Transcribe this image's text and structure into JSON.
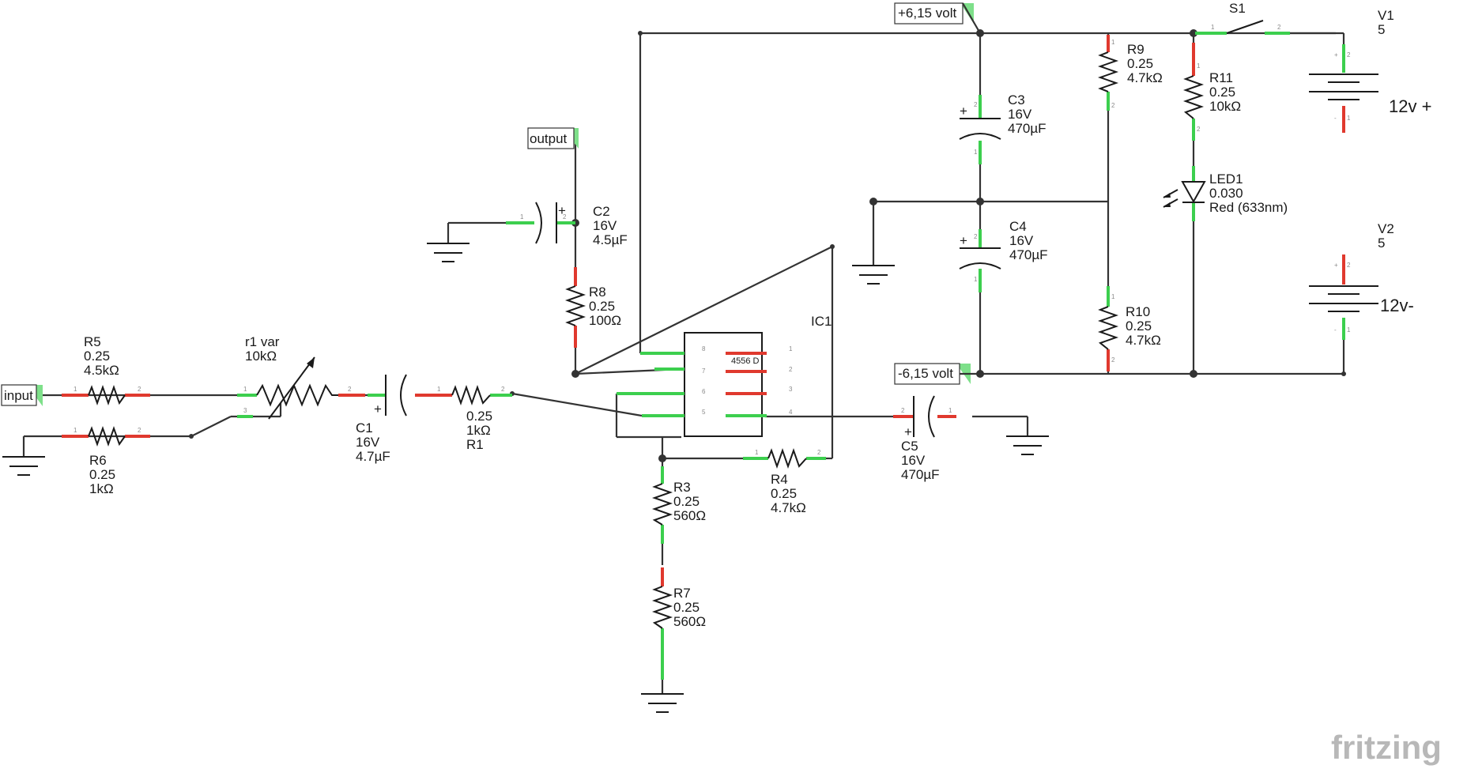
{
  "net_labels": {
    "plus": "+6,15 volt",
    "minus": "-6,15 volt",
    "input": "input",
    "output": "output"
  },
  "switch": {
    "ref": "S1"
  },
  "sources": {
    "v1": {
      "ref": "V1",
      "value": "5",
      "note": "12v +"
    },
    "v2": {
      "ref": "V2",
      "value": "5",
      "note": "12v-"
    }
  },
  "components": {
    "r5": [
      "R5",
      "0.25",
      "4.5kΩ"
    ],
    "r6": [
      "R6",
      "0.25",
      "1kΩ"
    ],
    "rvar": [
      "r1 var",
      "10kΩ"
    ],
    "c1": [
      "C1",
      "16V",
      "4.7µF"
    ],
    "r1": [
      "0.25",
      "1kΩ",
      "R1"
    ],
    "c2": [
      "C2",
      "16V",
      "4.5µF"
    ],
    "r8": [
      "R8",
      "0.25",
      "100Ω"
    ],
    "ic1": {
      "ref": "IC1",
      "part": "4556 D"
    },
    "r3": [
      "R3",
      "0.25",
      "560Ω"
    ],
    "r7": [
      "R7",
      "0.25",
      "560Ω"
    ],
    "r4": [
      "R4",
      "0.25",
      "4.7kΩ"
    ],
    "c5": [
      "C5",
      "16V",
      "470µF"
    ],
    "c3": [
      "C3",
      "16V",
      "470µF"
    ],
    "c4": [
      "C4",
      "16V",
      "470µF"
    ],
    "r9": [
      "R9",
      "0.25",
      "4.7kΩ"
    ],
    "r10": [
      "R10",
      "0.25",
      "4.7kΩ"
    ],
    "r11": [
      "R11",
      "0.25",
      "10kΩ"
    ],
    "led1": [
      "LED1",
      "0.030",
      "Red (633nm)"
    ]
  },
  "ic_pins_left": [
    "8",
    "7",
    "6",
    "5"
  ],
  "ic_pins_right": [
    "1",
    "2",
    "3",
    "4"
  ],
  "watermark": "fritzing",
  "colors": {
    "wire": "#333333",
    "lead_unconnected": "#e0392e",
    "lead_connected": "#3ccf4e"
  }
}
